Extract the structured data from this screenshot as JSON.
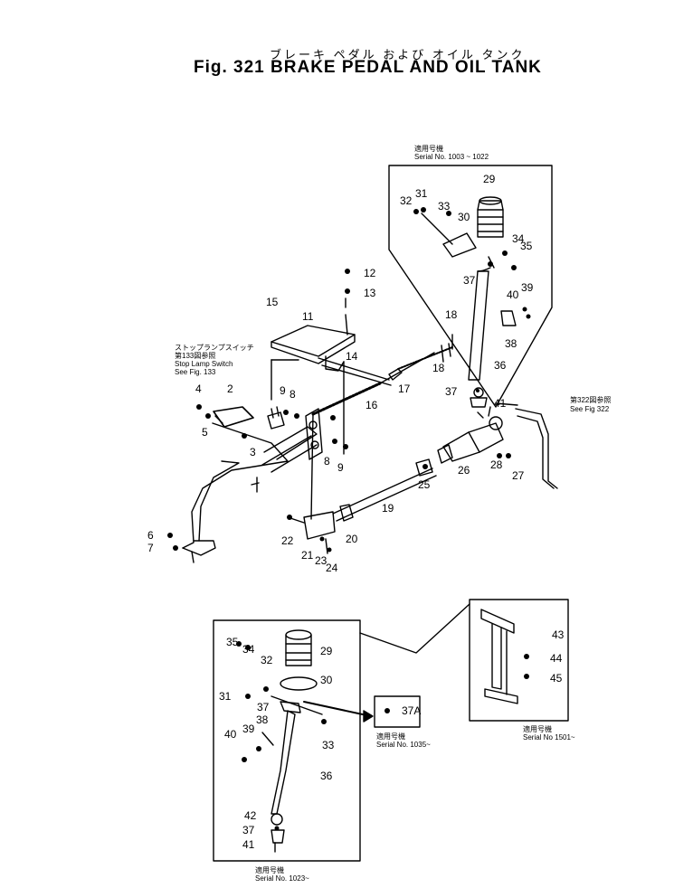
{
  "figure": {
    "title_jp": "ブレーキ ペダル および オイル タンク",
    "title_en": "Fig. 321 BRAKE PEDAL AND OIL TANK"
  },
  "notes": {
    "top_serial_jp": "適用号機",
    "top_serial": "Serial No. 1003 ~ 1022",
    "stop_lamp_jp": "ストップランプスイッチ",
    "stop_lamp_ref_jp": "第133図参照",
    "stop_lamp_en": "Stop Lamp Switch",
    "stop_lamp_see": "See Fig. 133",
    "fig322_jp": "第322図参照",
    "fig322_see": "See Fig 322",
    "serial_1035_jp": "適用号機",
    "serial_1035": "Serial No. 1035~",
    "serial_1501_jp": "適用号機",
    "serial_1501": "Serial No 1501~",
    "serial_1023_jp": "適用号機",
    "serial_1023": "Serial No. 1023~"
  },
  "callouts": {
    "main": [
      "2",
      "3",
      "4",
      "5",
      "6",
      "7",
      "8",
      "8",
      "9",
      "9",
      "11",
      "12",
      "13",
      "14",
      "15",
      "16",
      "17",
      "18",
      "18",
      "19",
      "20",
      "21",
      "22",
      "23",
      "24",
      "25",
      "26",
      "27",
      "28"
    ],
    "top_tank": [
      "29",
      "30",
      "31",
      "32",
      "33",
      "34",
      "35",
      "36",
      "37",
      "37",
      "38",
      "39",
      "40",
      "41"
    ],
    "bottom_tank": [
      "29",
      "30",
      "31",
      "32",
      "34",
      "35",
      "36",
      "37",
      "37",
      "38",
      "39",
      "40",
      "41",
      "42",
      "33",
      "37A"
    ],
    "bracket": [
      "43",
      "44",
      "45"
    ]
  }
}
